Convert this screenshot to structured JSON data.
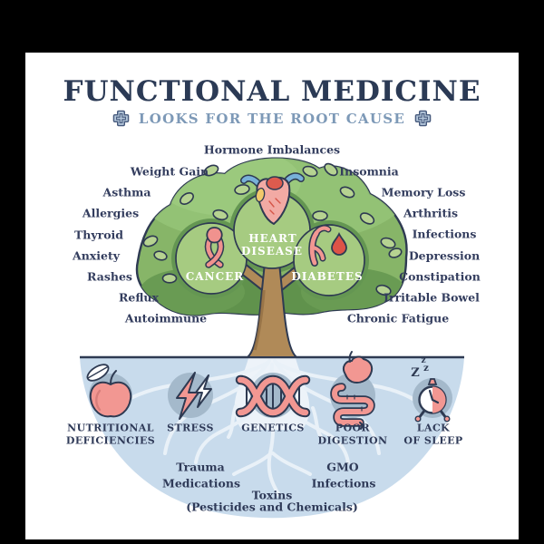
{
  "header": {
    "title": "FUNCTIONAL MEDICINE",
    "subtitle": "LOOKS FOR THE ROOT CAUSE"
  },
  "tree": {
    "symptoms": [
      "Hormone Imbalances",
      "Weight Gain",
      "Insomnia",
      "Asthma",
      "Memory Loss",
      "Allergies",
      "Arthritis",
      "Thyroid",
      "Infections",
      "Anxiety",
      "Depression",
      "Rashes",
      "Constipation",
      "Reflux",
      "Irritable Bowel",
      "Autoimmune",
      "Chronic Fatigue"
    ],
    "diseases": {
      "cancer": "CANCER",
      "heart_line1": "HEART",
      "heart_line2": "DISEASE",
      "diabetes": "DIABETES"
    }
  },
  "roots": {
    "causes": [
      {
        "icon": "apple-icon",
        "line1": "NUTRITIONAL",
        "line2": "DEFICIENCIES"
      },
      {
        "icon": "lightning-bolts-icon",
        "line1": "STRESS",
        "line2": ""
      },
      {
        "icon": "dna-helix-icon",
        "line1": "GENETICS",
        "line2": ""
      },
      {
        "icon": "stomach-intestines-icon",
        "line1": "POOR",
        "line2": "DIGESTION"
      },
      {
        "icon": "alarm-clock-icon",
        "line1": "LACK",
        "line2": "OF SLEEP"
      }
    ],
    "sleep_z": [
      "z",
      "z",
      "Z"
    ],
    "hidden_causes": [
      "Trauma",
      "Medications",
      "GMO",
      "Infections",
      "Toxins",
      "(Pesticides and Chemicals)"
    ]
  },
  "colors": {
    "background": "#000000",
    "page": "#ffffff",
    "title_navy": "#2b3a55",
    "subtitle_blue": "#7d99b7",
    "label_navy": "#333d5e",
    "outline": "#2e3a52",
    "crown_green": "#87b568",
    "crown_dark": "#60924c",
    "leaf_light": "#b6d391",
    "disease_circle_green": "#a6cb81",
    "trunk_brown": "#b08a58",
    "soil_blue": "#c8dbec",
    "icon_circle_gray": "#a4b9cb",
    "icon_pink": "#f29792",
    "accent_red": "#dd5347",
    "root_white": "#e9f1f8"
  }
}
